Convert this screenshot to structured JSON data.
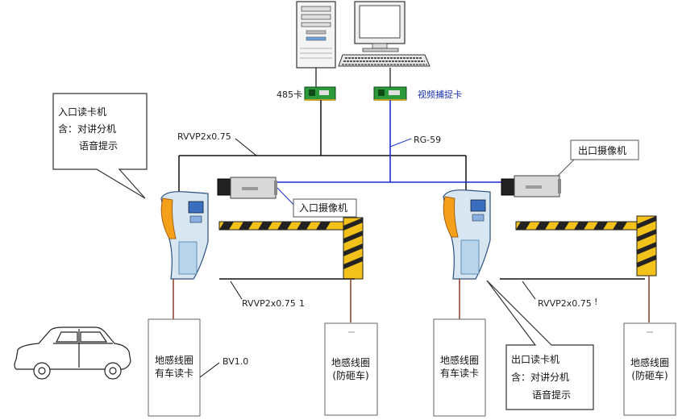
{
  "colors": {
    "wire_black": "#111111",
    "wire_blue": "#1a2fd0",
    "wire_brown": "#8a3a2a",
    "barrier_yellow": "#f2c21a",
    "card_green": "#1f9a3a",
    "reader_blue": "#5a8fd0",
    "reader_orange": "#f5a01a"
  },
  "equipment": {
    "card_485": "485卡",
    "video_card": "视频捕捉卡",
    "entry_camera": "入口摄像机",
    "exit_camera": "出口摄像机"
  },
  "cables": {
    "rvvp_top": "RVVP2x0.75",
    "rg59": "RG-59",
    "rvvp_left": "RVVP2x0.75",
    "rvvp_left_mark": "1",
    "rvvp_right": "RVVP2x0.75",
    "rvvp_right_mark": "!",
    "bv": "BV1.0"
  },
  "callouts": {
    "entry_reader": {
      "line1": "入口读卡机",
      "line2": "含：对讲分机",
      "line3": "语音提示"
    },
    "exit_reader": {
      "line1": "出口读卡机",
      "line2": "含：对讲分机",
      "line3": "语音提示"
    }
  },
  "loops": {
    "entry_read": {
      "line1": "地感线圈",
      "line2": "有车读卡"
    },
    "entry_anti": {
      "line1": "地感线圈",
      "line2": "(防砸车)"
    },
    "exit_read": {
      "line1": "地感线圈",
      "line2": "有车读卡"
    },
    "exit_anti": {
      "line1": "地感线圈",
      "line2": "(防砸车)"
    }
  }
}
